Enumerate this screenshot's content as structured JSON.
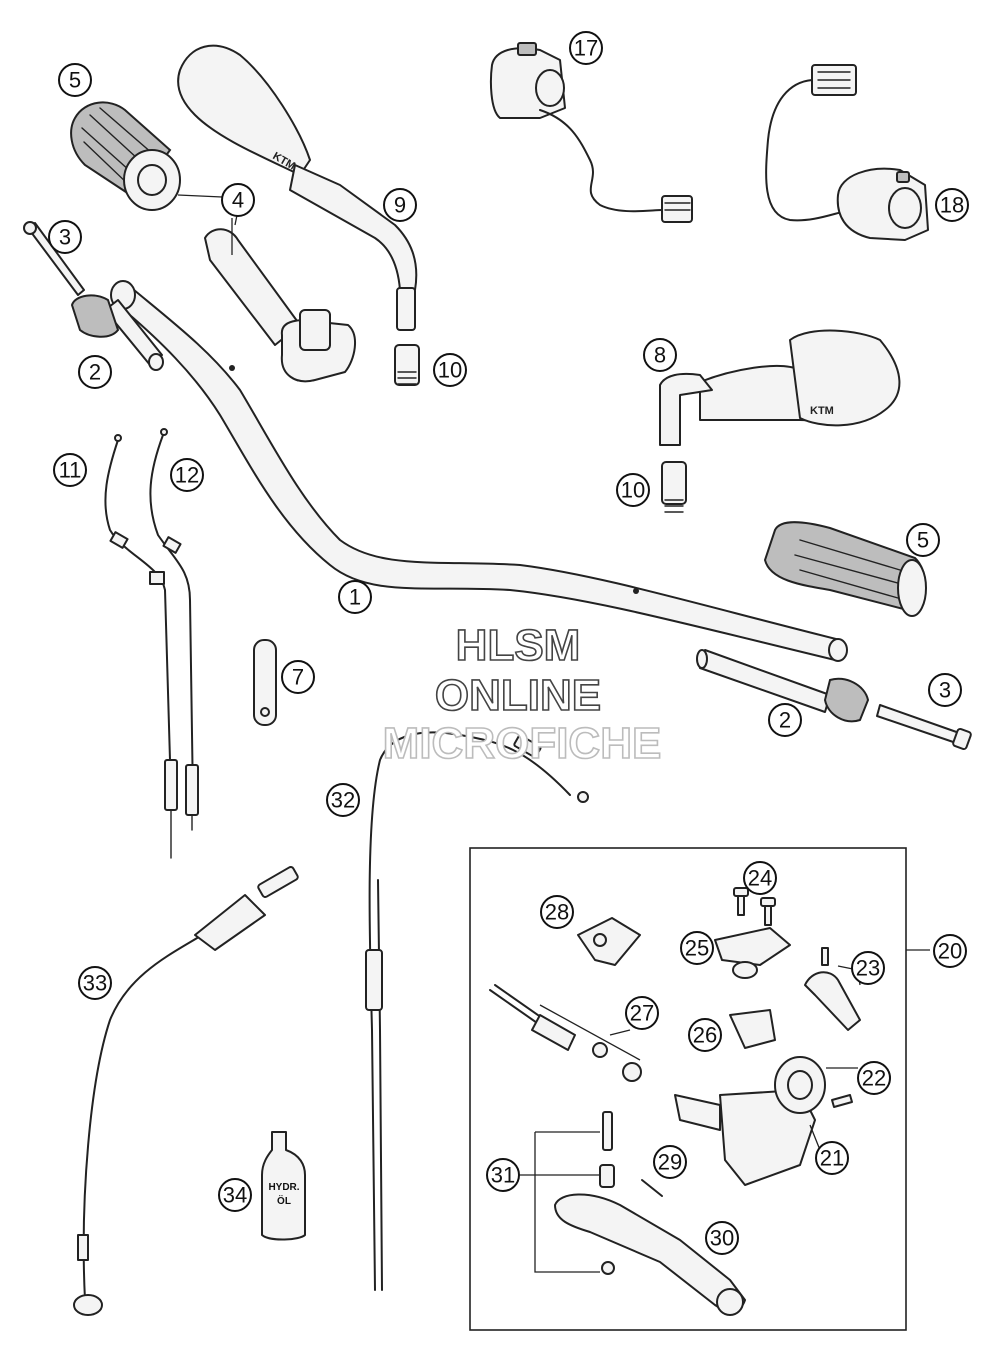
{
  "watermark": {
    "line1": "HLSM",
    "line2": "ONLINE",
    "line3": "MICROFICHE"
  },
  "bottle_label": {
    "line1": "HYDR.",
    "line2": "ÖL"
  },
  "logo_text": "KTM",
  "callouts": [
    "1",
    "2",
    "2",
    "3",
    "3",
    "4",
    "5",
    "5",
    "7",
    "8",
    "9",
    "10",
    "10",
    "11",
    "12",
    "17",
    "18",
    "20",
    "21",
    "22",
    "23",
    "24",
    "25",
    "26",
    "27",
    "28",
    "29",
    "30",
    "31",
    "32",
    "33",
    "34"
  ]
}
